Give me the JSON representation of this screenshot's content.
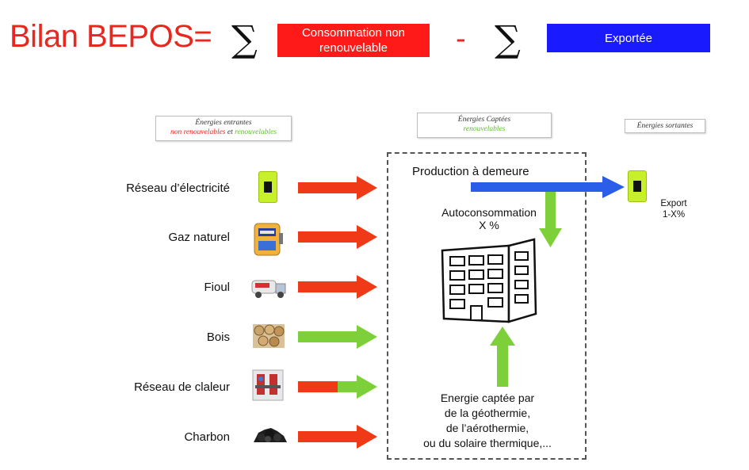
{
  "header": {
    "title": "Bilan BEPOS=",
    "sigma": "∑",
    "minus": "-",
    "red_box": "Consommation non renouvelable",
    "blue_box": "Exportée"
  },
  "legends": {
    "incoming_title": "Énergies entrantes",
    "incoming_nonren": "non renouvelables",
    "incoming_and": "et",
    "incoming_ren": "renouvelables",
    "captured_title": "Énergies Captées",
    "captured_ren": "renouvelables",
    "outgoing_title": "Énergies sortantes"
  },
  "sources": [
    {
      "label": "Réseau d’électricité",
      "icon": "electric-meter-icon",
      "arrow": "red"
    },
    {
      "label": "Gaz naturel",
      "icon": "gas-meter-icon",
      "arrow": "red"
    },
    {
      "label": "Fioul",
      "icon": "fuel-truck-icon",
      "arrow": "red"
    },
    {
      "label": "Bois",
      "icon": "wood-logs-icon",
      "arrow": "green"
    },
    {
      "label": "Réseau de claleur",
      "icon": "heat-network-icon",
      "arrow": "red-green"
    },
    {
      "label": "Charbon",
      "icon": "coal-icon",
      "arrow": "red"
    }
  ],
  "center": {
    "production": "Production à demeure",
    "autoconso_line1": "Autoconsommation",
    "autoconso_line2": "X %",
    "captured_line1": "Energie captée par",
    "captured_line2": "de la géothermie,",
    "captured_line3": "de l’aérothermie,",
    "captured_line4": "ou du solaire thermique,..."
  },
  "export": {
    "line1": "Export",
    "line2": "1-X%"
  },
  "colors": {
    "red": "#f03a17",
    "green": "#7ed03a",
    "blue": "#2a5ee8",
    "title_red": "#e8271f",
    "meter_green": "#c8f02a"
  }
}
